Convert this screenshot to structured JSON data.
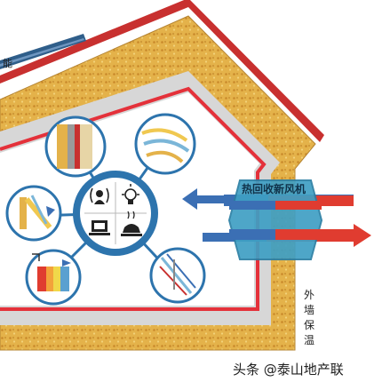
{
  "labels": {
    "top_left_fragment": "能",
    "ventilator": "热回收新风机",
    "wall_insulation": [
      "外",
      "墙",
      "保",
      "温"
    ],
    "watermark": "头条 @泰山地产联"
  },
  "icons": {
    "hub": [
      "broadcast-person-icon",
      "lightbulb-icon",
      "computer-icon",
      "cooking-pot-icon"
    ],
    "details": [
      "wall-layer-detail-icon",
      "pipe-detail-icon",
      "window-frame-detail-icon",
      "thermal-bridge-detail-icon",
      "airtight-detail-icon"
    ]
  },
  "colors": {
    "insulation": "#e4b24a",
    "insulation_dot": "#c9892a",
    "roof_red": "#c8302f",
    "interior_gray": "#d7d7d7",
    "airtight_red": "#e4313a",
    "hub_blue": "#2d74ad",
    "ventilator_teal": "#3f9fc4",
    "arrow_red": "#e03c30",
    "arrow_blue": "#3b6fb4"
  }
}
